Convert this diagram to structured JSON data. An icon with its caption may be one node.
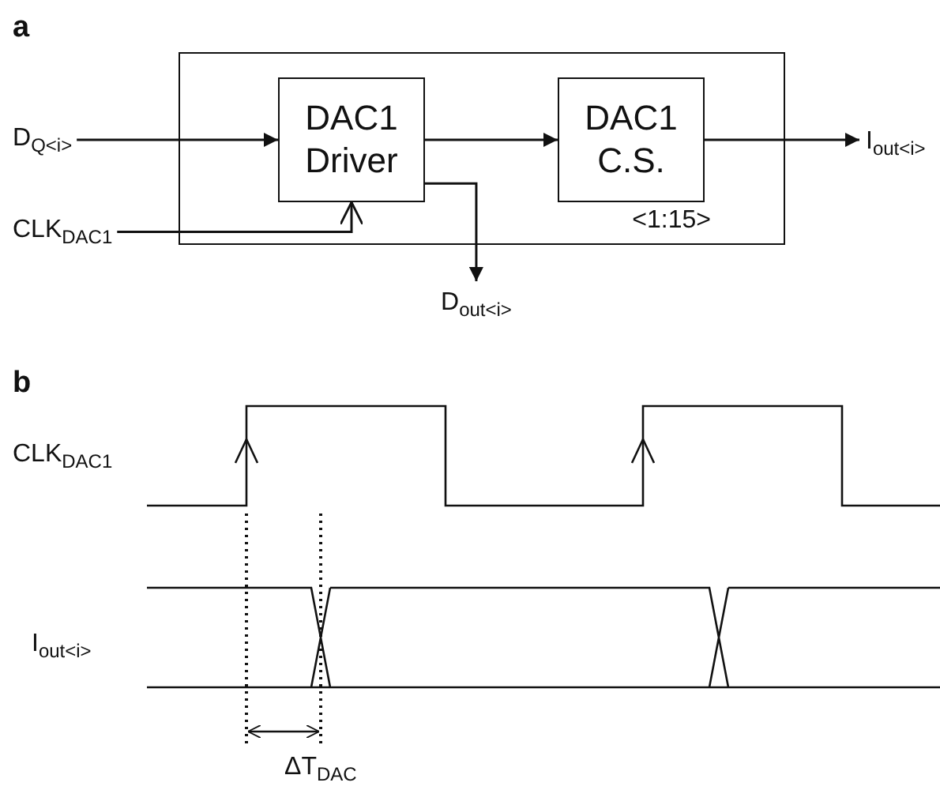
{
  "diagram": {
    "nodes": [
      {
        "text": [
          "<1:15>"
        ]
      },
      {
        "text": [
          "DAC1 Driver"
        ],
        "in": 0
      },
      {
        "text": [
          "DAC1 C.S."
        ],
        "in": 0
      },
      {
        "text": [
          "D$_{Q<i>}$"
        ]
      },
      {
        "text": [
          "CLK$_{DAC1}$"
        ]
      },
      {
        "text": [
          "I$_{out<i>}$"
        ]
      },
      {
        "text": [
          "D$_{out<i>}$"
        ]
      }
    ],
    "edges": [
      {
        "from": 3,
        "to": 1,
        "arrow": "to"
      },
      {
        "from": 4,
        "to": 1,
        "arrow": "to"
      },
      {
        "from": 1,
        "to": 2,
        "arrow": "to"
      },
      {
        "from": 2,
        "to": 5,
        "arrow": "to"
      },
      {
        "from": 1,
        "to": 6,
        "arrow": "to"
      }
    ],
    "labels": [
      "a",
      "b",
      "CLK$_{DAC1}$",
      "I$_{out<i>}$",
      "ΔT$_{DAC}$"
    ]
  }
}
